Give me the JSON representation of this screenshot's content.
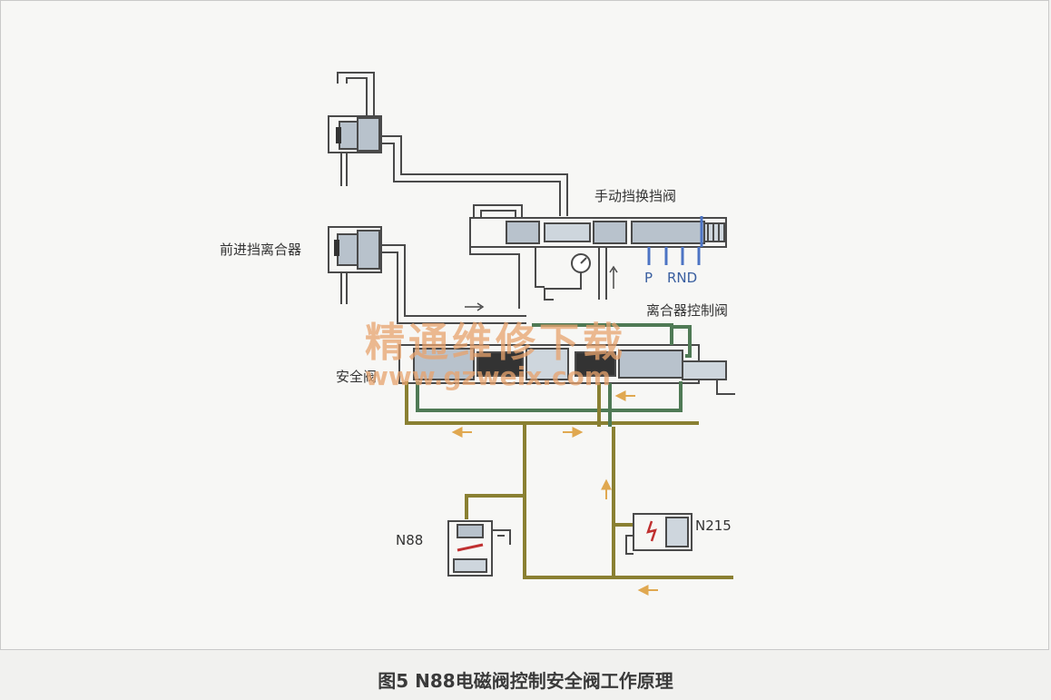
{
  "labels": {
    "manual_valve": "手动挡换挡阀",
    "forward_clutch": "前进挡离合器",
    "clutch_control_valve": "离合器控制阀",
    "safety_valve": "安全阀",
    "p": "P",
    "rnd": "RND",
    "n88": "N88",
    "n215": "N215"
  },
  "watermark": {
    "line1": "精通维修下载",
    "line2": "www.gzweix.com"
  },
  "caption": "图5  N88电磁阀控制安全阀工作原理",
  "colors": {
    "pipe": "#4a4a4a",
    "valve_fill": "#b8c2cc",
    "olive_line": "#8a8032",
    "green_line": "#4f7a55",
    "blue_mark": "#4d74c4",
    "watermark": "#e8a36d"
  }
}
